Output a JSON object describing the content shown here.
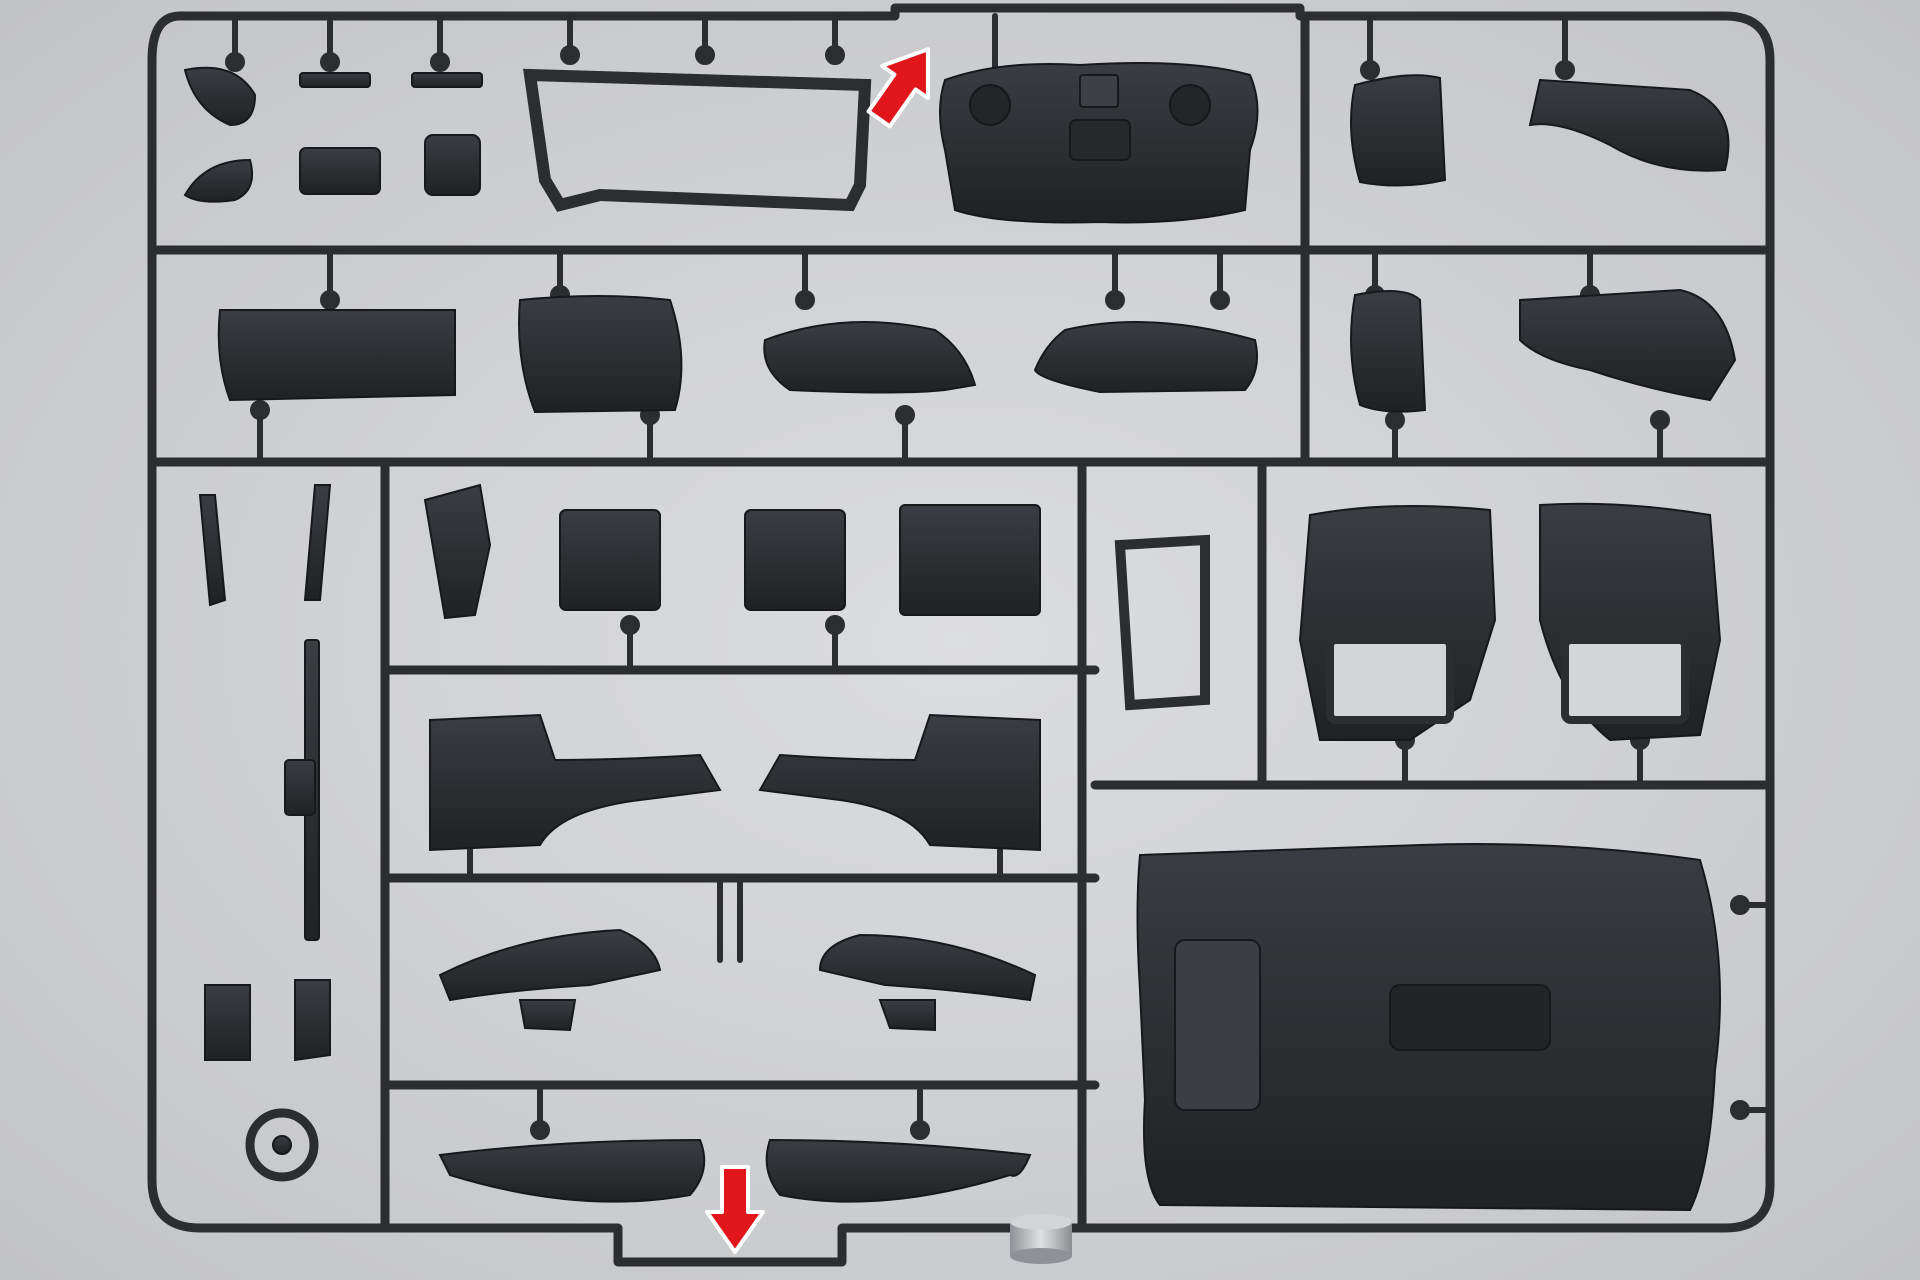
{
  "photo": {
    "subject": "plastic-model-kit-sprue",
    "colors": {
      "background": "#d4d5d8",
      "background_edge": "#c3c4c8",
      "plastic": "#2b2d30",
      "plastic_shade": "#1c1e21",
      "plastic_highlight": "#4a4d52",
      "arrow": "#e0161b",
      "arrow_outline": "#ffffff",
      "magnet": "#b9bcbf"
    },
    "annotations": [
      {
        "kind": "arrow",
        "direction": "up-right",
        "color": "#e0161b"
      },
      {
        "kind": "arrow",
        "direction": "down",
        "color": "#e0161b"
      }
    ],
    "objects": [
      "sprue-frame",
      "dashboard-part",
      "floor-pan-part",
      "door-panel-parts",
      "fender-parts",
      "seat-parts",
      "steering-wheel-part",
      "magnet-disc"
    ]
  }
}
